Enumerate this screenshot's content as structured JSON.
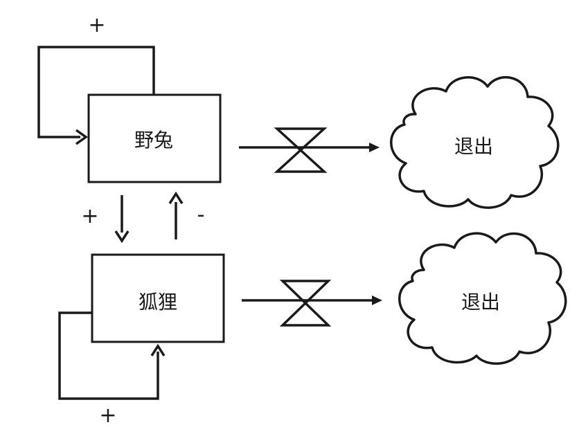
{
  "stocks": {
    "rabbit": {
      "label": "野兔"
    },
    "fox": {
      "label": "狐狸"
    }
  },
  "sinks": {
    "rabbit_exit": {
      "label": "退出"
    },
    "fox_exit": {
      "label": "退出"
    }
  },
  "polarities": {
    "rabbit_loop": "+",
    "rabbit_to_fox": "+",
    "fox_to_rabbit": "-",
    "fox_loop": "+"
  },
  "colors": {
    "ink": "#1a1a1a",
    "background": "#ffffff"
  }
}
